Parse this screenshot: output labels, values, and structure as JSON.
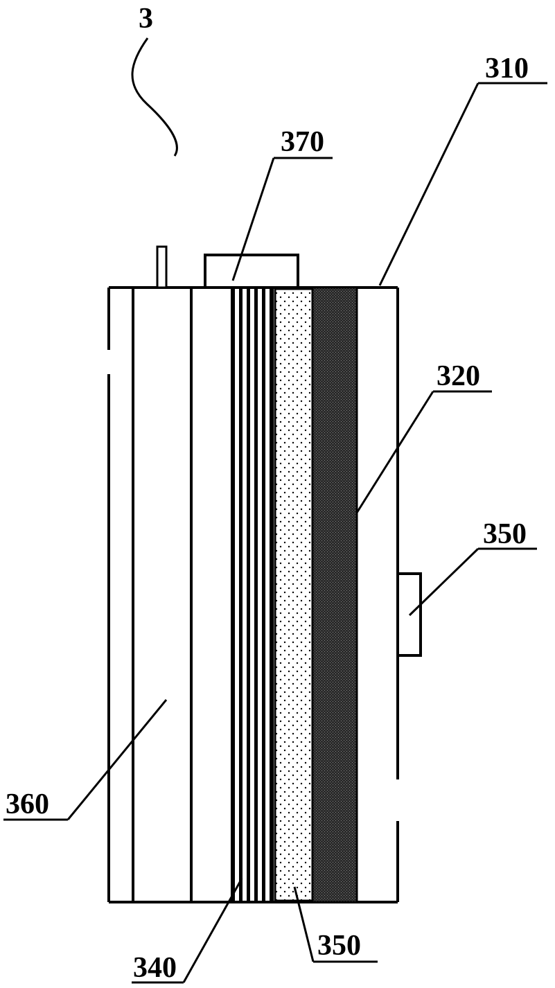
{
  "labels": {
    "assembly": "3",
    "housing": "310",
    "dark_layer": "320",
    "multilayer": "340",
    "dotted_layer": "350",
    "side_part": "350",
    "left_panel": "360",
    "top_part": "370"
  },
  "colors": {
    "ink": "#000000",
    "paper": "#ffffff",
    "dark_fill": "#2b2b2b"
  }
}
